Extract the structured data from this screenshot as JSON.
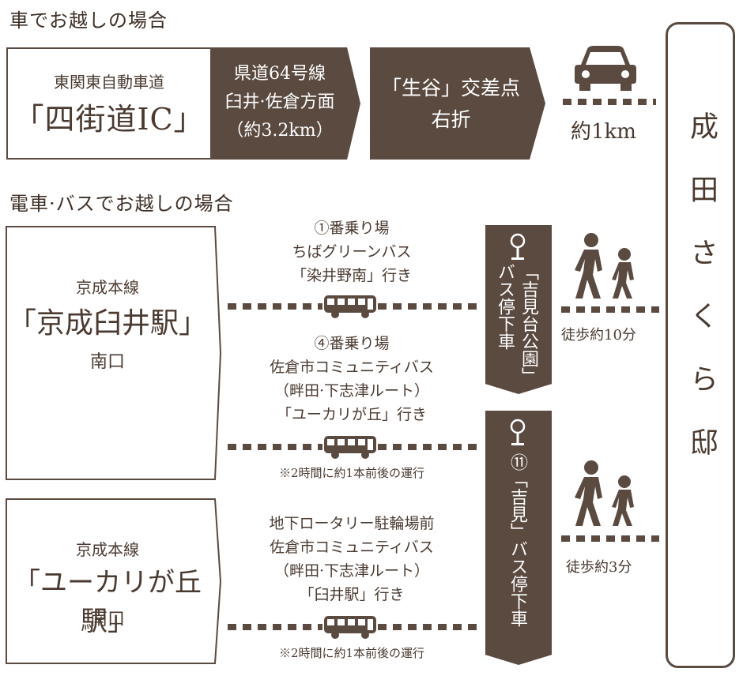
{
  "car": {
    "title": "車でお越しの場合",
    "origin_line1": "東関東自動車道",
    "origin_name": "「四街道IC」",
    "step1": [
      "県道64号線",
      "臼井·佐倉方面",
      "（約3.2km）"
    ],
    "step2": [
      "「生谷」交差点",
      "右折"
    ],
    "distance": "約1km",
    "car_icon": "car-icon"
  },
  "train": {
    "title": "電車·バスでお越しの場合",
    "station1": {
      "line": "京成本線",
      "name": "「京成臼井駅」",
      "exit": "南口"
    },
    "station2": {
      "line": "京成本線",
      "name": "「ユーカリが丘駅」",
      "exit": "南口"
    },
    "route1": [
      "①番乗り場",
      "ちばグリーンバス",
      "「染井野南」行き"
    ],
    "route2": [
      "④番乗り場",
      "佐倉市コミュニティバス",
      "（畔田·下志津ルート）",
      "「ユーカリが丘」行き"
    ],
    "route2_note": "※2時間に約1本前後の運行",
    "route3": [
      "地下ロータリー駐輪場前",
      "佐倉市コミュニティバス",
      "（畔田·下志津ルート）",
      "「臼井駅」行き"
    ],
    "route3_note": "※2時間に約1本前後の運行",
    "stop1": [
      "「吉見台公園」",
      "バス停下車"
    ],
    "stop2": "⑪「吉見」バス停下車",
    "walk1": "徒歩約10分",
    "walk2": "徒歩約3分"
  },
  "destination": "成田さくら邸"
}
